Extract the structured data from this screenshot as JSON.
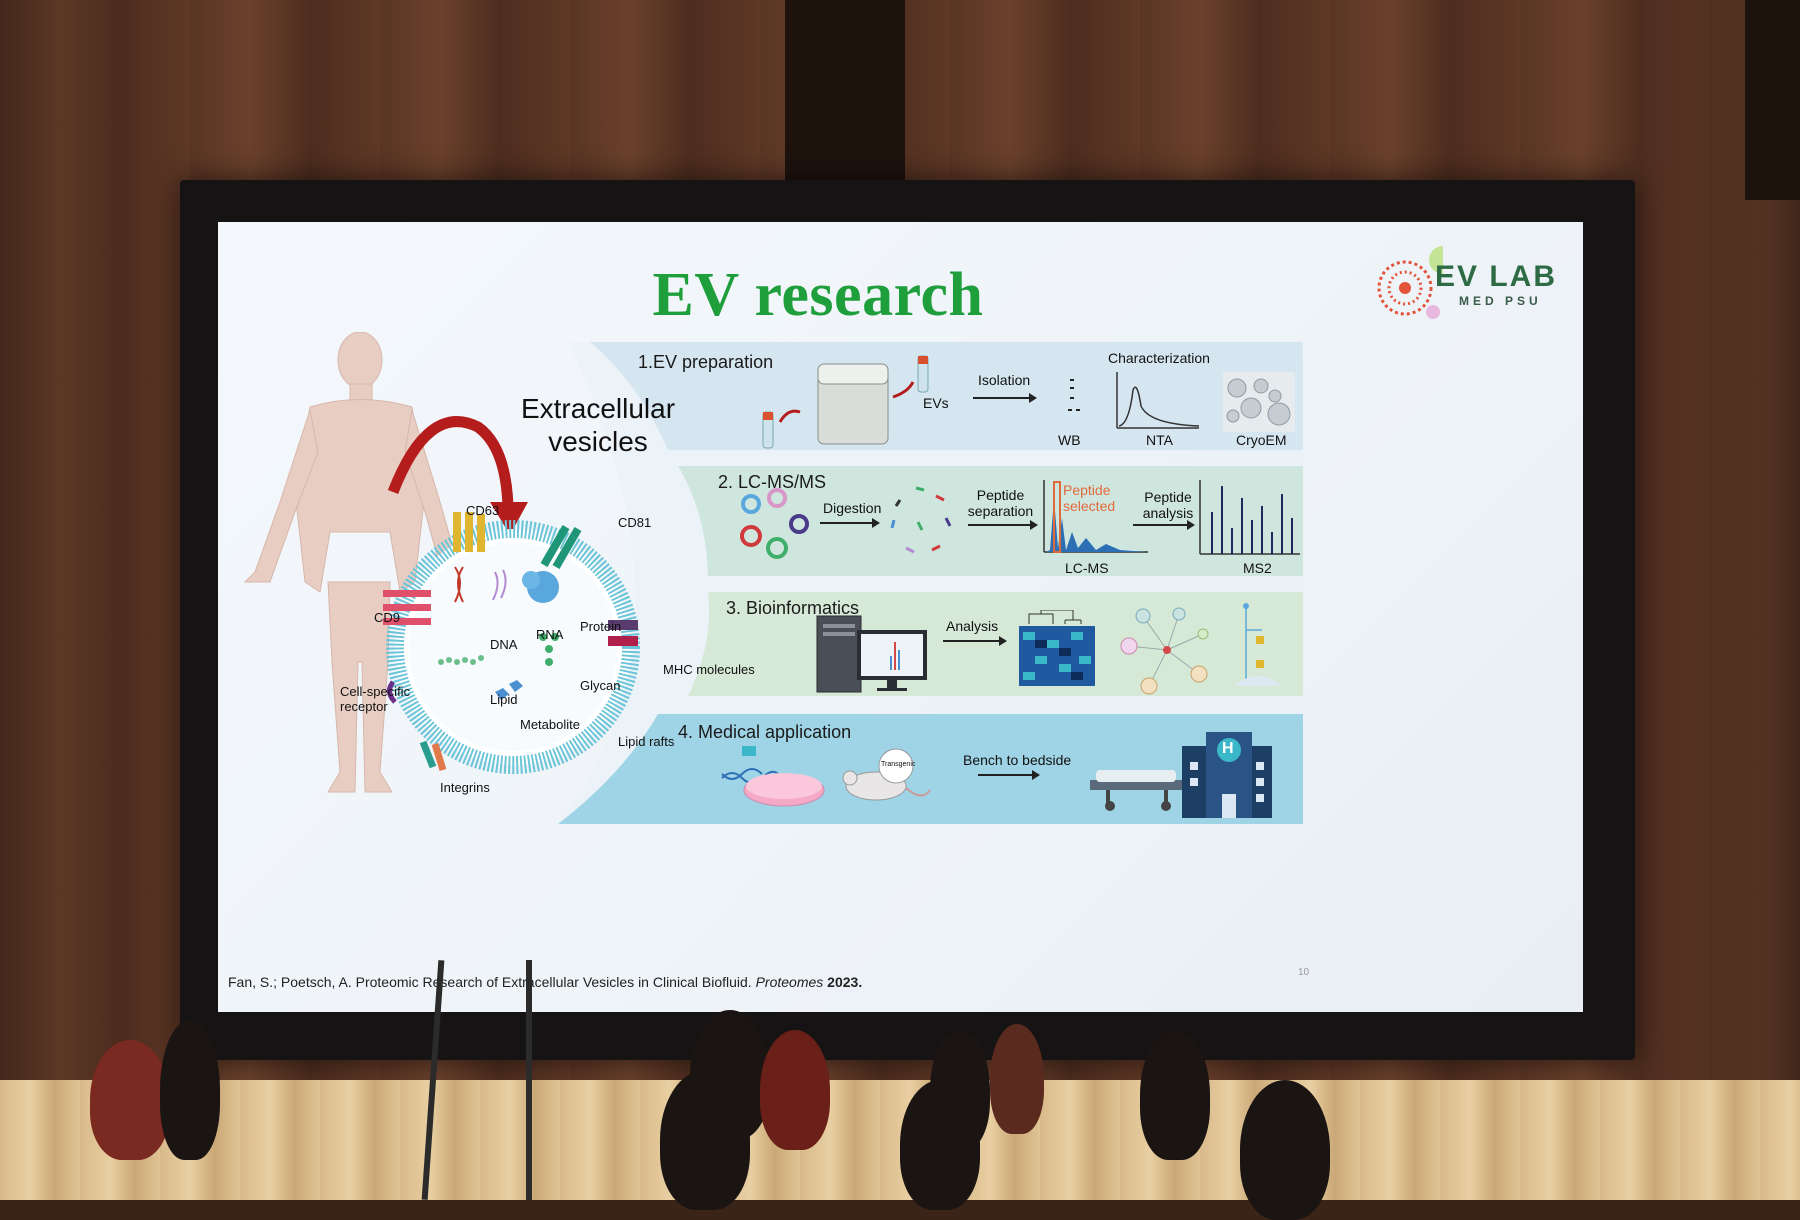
{
  "slide": {
    "title": "EV research workflow",
    "logo": {
      "name": "EV LAB",
      "sub": "MED PSU"
    },
    "ev_label": "Extracellular vesicles",
    "vesicle_labels": {
      "cd63": "CD63",
      "cd81": "CD81",
      "cd9": "CD9",
      "dna": "DNA",
      "rna": "RNA",
      "protein": "Protein",
      "lipid": "Lipid",
      "glycan": "Glycan",
      "metabolite": "Metabolite",
      "mhc": "MHC molecules",
      "receptor": "Cell-specific receptor",
      "lipid_rafts": "Lipid rafts",
      "integrins": "Integrins"
    },
    "steps": {
      "s1": {
        "title": "1.EV preparation",
        "evs": "EVs",
        "isolation": "Isolation",
        "characterization": "Characterization",
        "wb": "WB",
        "nta": "NTA",
        "cryoem": "CryoEM"
      },
      "s2": {
        "title": "2. LC-MS/MS",
        "digestion": "Digestion",
        "pep_sep": "Peptide separation",
        "pep_sel": "Peptide selected",
        "lcms": "LC-MS",
        "pep_analysis": "Peptide analysis",
        "ms2": "MS2"
      },
      "s3": {
        "title": "3. Bioinformatics",
        "analysis": "Analysis"
      },
      "s4": {
        "title": "4. Medical application",
        "bench": "Bench to bedside",
        "transgenic": "Transgenic",
        "hospital_h": "H"
      }
    },
    "citation": {
      "authors": "Fan, S.; Poetsch, A. Proteomic Research of Extracellular Vesicles in Clinical Biofluid.",
      "journal": "Proteomes",
      "year": "2023."
    },
    "page_number": "10"
  },
  "colors": {
    "title_green": "#1f9e3c",
    "lane1": "#d6e6f1",
    "lane2": "#cfe6df",
    "lane3": "#d6e8d6",
    "lane4": "#9fd4e6",
    "membrane": "#6cc4d8"
  }
}
